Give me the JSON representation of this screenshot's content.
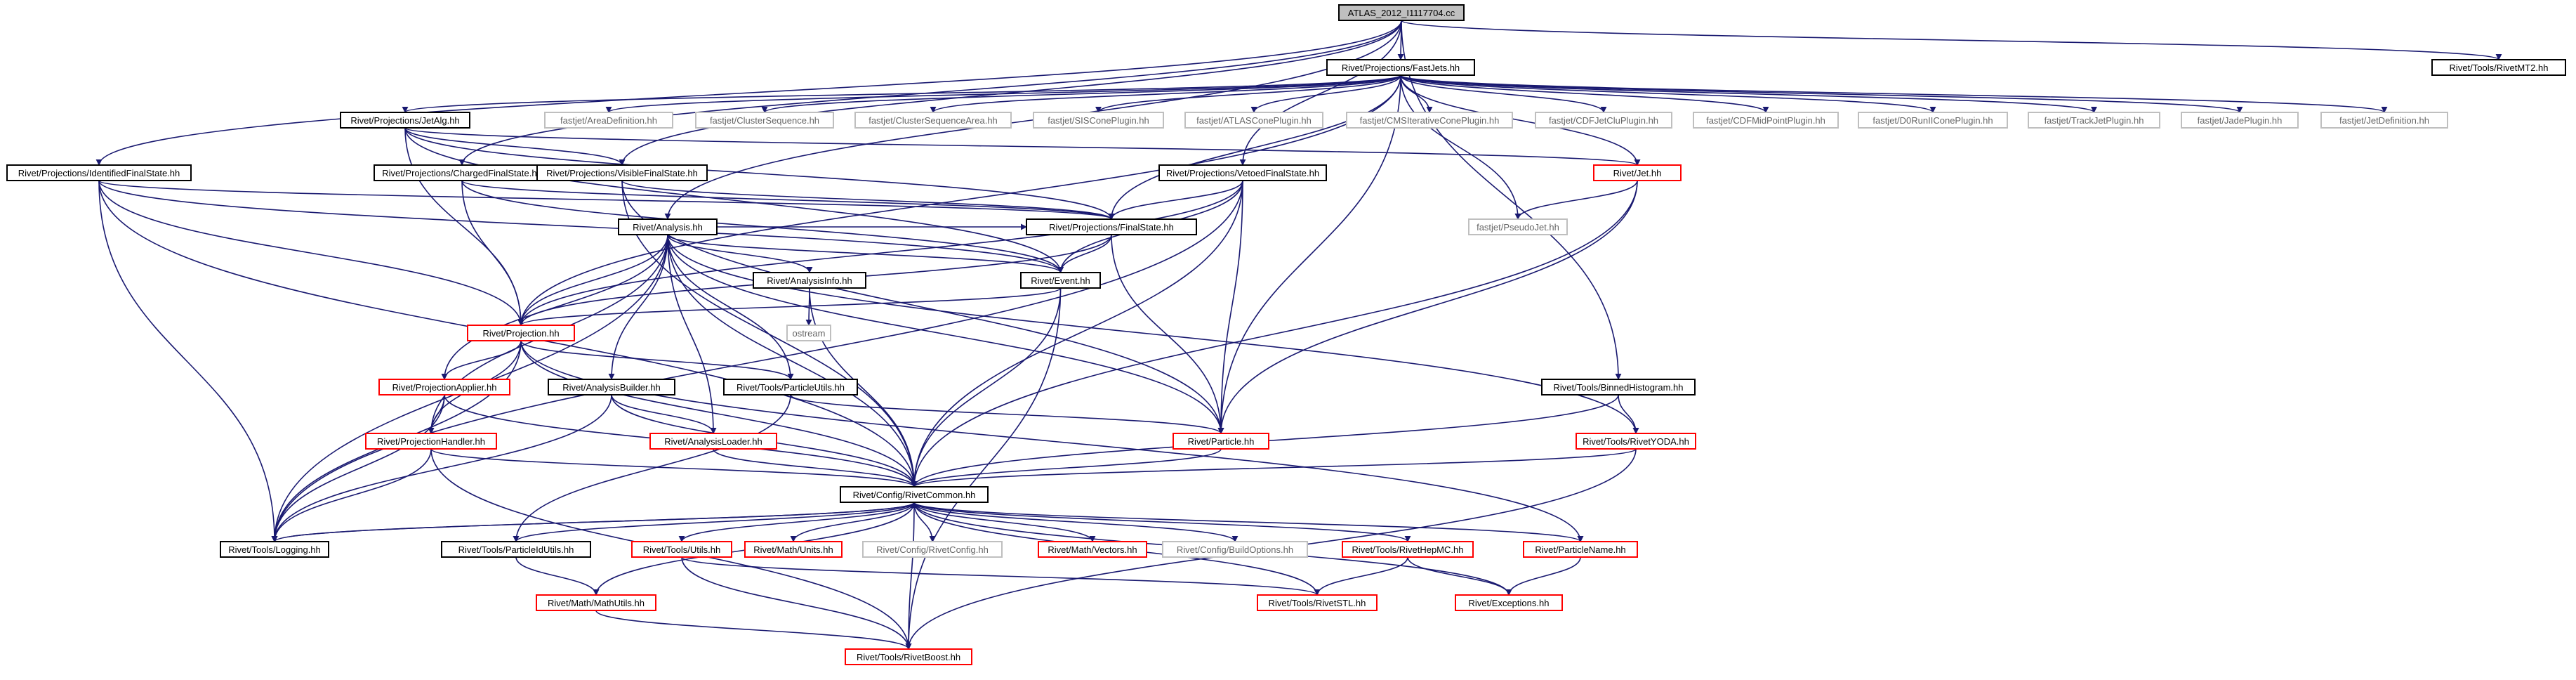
{
  "graph": {
    "colors": {
      "edge": "#191970",
      "box_black": "#000000",
      "box_red": "#ff0000",
      "box_gray": "#bfbfbf",
      "root_fill": "#bfbfbf",
      "text_normal": "#000000",
      "text_gray": "#666666"
    },
    "nodes": [
      {
        "id": "root",
        "label": "ATLAS_2012_I1117704.cc",
        "style": "root"
      },
      {
        "id": "fastjets",
        "label": "Rivet/Projections/FastJets.hh",
        "style": "black"
      },
      {
        "id": "rivetmt2",
        "label": "Rivet/Tools/RivetMT2.hh",
        "style": "black"
      },
      {
        "id": "jetalg",
        "label": "Rivet/Projections/JetAlg.hh",
        "style": "black"
      },
      {
        "id": "areadef",
        "label": "fastjet/AreaDefinition.hh",
        "style": "gray"
      },
      {
        "id": "clusterseq",
        "label": "fastjet/ClusterSequence.hh",
        "style": "gray"
      },
      {
        "id": "clusterseqarea",
        "label": "fastjet/ClusterSequenceArea.hh",
        "style": "gray"
      },
      {
        "id": "siscone",
        "label": "fastjet/SISConePlugin.hh",
        "style": "gray"
      },
      {
        "id": "atlascone",
        "label": "fastjet/ATLASConePlugin.hh",
        "style": "gray"
      },
      {
        "id": "cmsitcone",
        "label": "fastjet/CMSIterativeConePlugin.hh",
        "style": "gray"
      },
      {
        "id": "cdfjetclu",
        "label": "fastjet/CDFJetCluPlugin.hh",
        "style": "gray"
      },
      {
        "id": "cdfmidpoint",
        "label": "fastjet/CDFMidPointPlugin.hh",
        "style": "gray"
      },
      {
        "id": "d0run",
        "label": "fastjet/D0RunIIConePlugin.hh",
        "style": "gray"
      },
      {
        "id": "trackjet",
        "label": "fastjet/TrackJetPlugin.hh",
        "style": "gray"
      },
      {
        "id": "jade",
        "label": "fastjet/JadePlugin.hh",
        "style": "gray"
      },
      {
        "id": "jetdef",
        "label": "fastjet/JetDefinition.hh",
        "style": "gray"
      },
      {
        "id": "identfs",
        "label": "Rivet/Projections/IdentifiedFinalState.hh",
        "style": "black"
      },
      {
        "id": "chargedfs",
        "label": "Rivet/Projections/ChargedFinalState.hh",
        "style": "black"
      },
      {
        "id": "visiblefs",
        "label": "Rivet/Projections/VisibleFinalState.hh",
        "style": "black"
      },
      {
        "id": "vetoedfs",
        "label": "Rivet/Projections/VetoedFinalState.hh",
        "style": "black"
      },
      {
        "id": "jet",
        "label": "Rivet/Jet.hh",
        "style": "red"
      },
      {
        "id": "analysis",
        "label": "Rivet/Analysis.hh",
        "style": "black"
      },
      {
        "id": "finalstate",
        "label": "Rivet/Projections/FinalState.hh",
        "style": "black"
      },
      {
        "id": "pseudojet",
        "label": "fastjet/PseudoJet.hh",
        "style": "gray"
      },
      {
        "id": "analysisinfo",
        "label": "Rivet/AnalysisInfo.hh",
        "style": "black"
      },
      {
        "id": "event",
        "label": "Rivet/Event.hh",
        "style": "black"
      },
      {
        "id": "ostream",
        "label": "ostream",
        "style": "gray"
      },
      {
        "id": "projection",
        "label": "Rivet/Projection.hh",
        "style": "red"
      },
      {
        "id": "binnedhisto",
        "label": "Rivet/Tools/BinnedHistogram.hh",
        "style": "black"
      },
      {
        "id": "projapplier",
        "label": "Rivet/ProjectionApplier.hh",
        "style": "red"
      },
      {
        "id": "analysisbuilder",
        "label": "Rivet/AnalysisBuilder.hh",
        "style": "black"
      },
      {
        "id": "particleutils",
        "label": "Rivet/Tools/ParticleUtils.hh",
        "style": "black"
      },
      {
        "id": "projhandler",
        "label": "Rivet/ProjectionHandler.hh",
        "style": "red"
      },
      {
        "id": "analysisloader",
        "label": "Rivet/AnalysisLoader.hh",
        "style": "red"
      },
      {
        "id": "particle",
        "label": "Rivet/Particle.hh",
        "style": "red"
      },
      {
        "id": "rivetyoda",
        "label": "Rivet/Tools/RivetYODA.hh",
        "style": "red"
      },
      {
        "id": "rivetcommon",
        "label": "Rivet/Config/RivetCommon.hh",
        "style": "black"
      },
      {
        "id": "logging",
        "label": "Rivet/Tools/Logging.hh",
        "style": "black"
      },
      {
        "id": "particleidutils",
        "label": "Rivet/Tools/ParticleIdUtils.hh",
        "style": "black"
      },
      {
        "id": "utils",
        "label": "Rivet/Tools/Utils.hh",
        "style": "red"
      },
      {
        "id": "mathunits",
        "label": "Rivet/Math/Units.hh",
        "style": "red"
      },
      {
        "id": "rivetconfig",
        "label": "Rivet/Config/RivetConfig.hh",
        "style": "gray"
      },
      {
        "id": "mathvectors",
        "label": "Rivet/Math/Vectors.hh",
        "style": "red"
      },
      {
        "id": "buildoptions",
        "label": "Rivet/Config/BuildOptions.hh",
        "style": "gray"
      },
      {
        "id": "hepmc",
        "label": "Rivet/Tools/RivetHepMC.hh",
        "style": "red"
      },
      {
        "id": "particlename",
        "label": "Rivet/ParticleName.hh",
        "style": "red"
      },
      {
        "id": "mathutils",
        "label": "Rivet/Math/MathUtils.hh",
        "style": "red"
      },
      {
        "id": "rivetstl",
        "label": "Rivet/Tools/RivetSTL.hh",
        "style": "red"
      },
      {
        "id": "exceptions",
        "label": "Rivet/Exceptions.hh",
        "style": "red"
      },
      {
        "id": "rivetboost",
        "label": "Rivet/Tools/RivetBoost.hh",
        "style": "red"
      }
    ]
  }
}
